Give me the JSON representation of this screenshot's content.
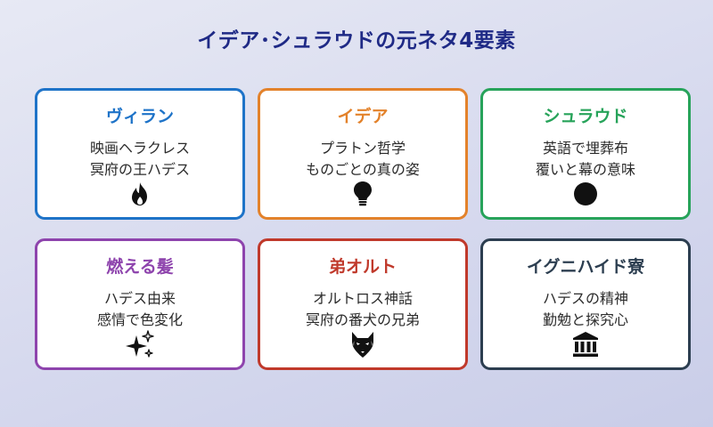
{
  "title": "イデア･シュラウドの元ネタ4要素",
  "cards": [
    {
      "title": "ヴィラン",
      "color": "#1e73c8",
      "lines": [
        "映画ヘラクレス",
        "冥府の王ハデス"
      ],
      "icon": "flame-icon"
    },
    {
      "title": "イデア",
      "color": "#e3822b",
      "lines": [
        "プラトン哲学",
        "ものごとの真の姿"
      ],
      "icon": "lightbulb-icon"
    },
    {
      "title": "シュラウド",
      "color": "#27a35a",
      "lines": [
        "英語で埋葬布",
        "覆いと幕の意味"
      ],
      "icon": "circle-icon"
    },
    {
      "title": "燃える髪",
      "color": "#8e44ad",
      "lines": [
        "ハデス由来",
        "感情で色変化"
      ],
      "icon": "sparkles-icon"
    },
    {
      "title": "弟オルト",
      "color": "#c0392b",
      "lines": [
        "オルトロス神話",
        "冥府の番犬の兄弟"
      ],
      "icon": "wolf-icon"
    },
    {
      "title": "イグニハイド寮",
      "color": "#2c3e50",
      "lines": [
        "ハデスの精神",
        "勤勉と探究心"
      ],
      "icon": "building-icon"
    }
  ]
}
